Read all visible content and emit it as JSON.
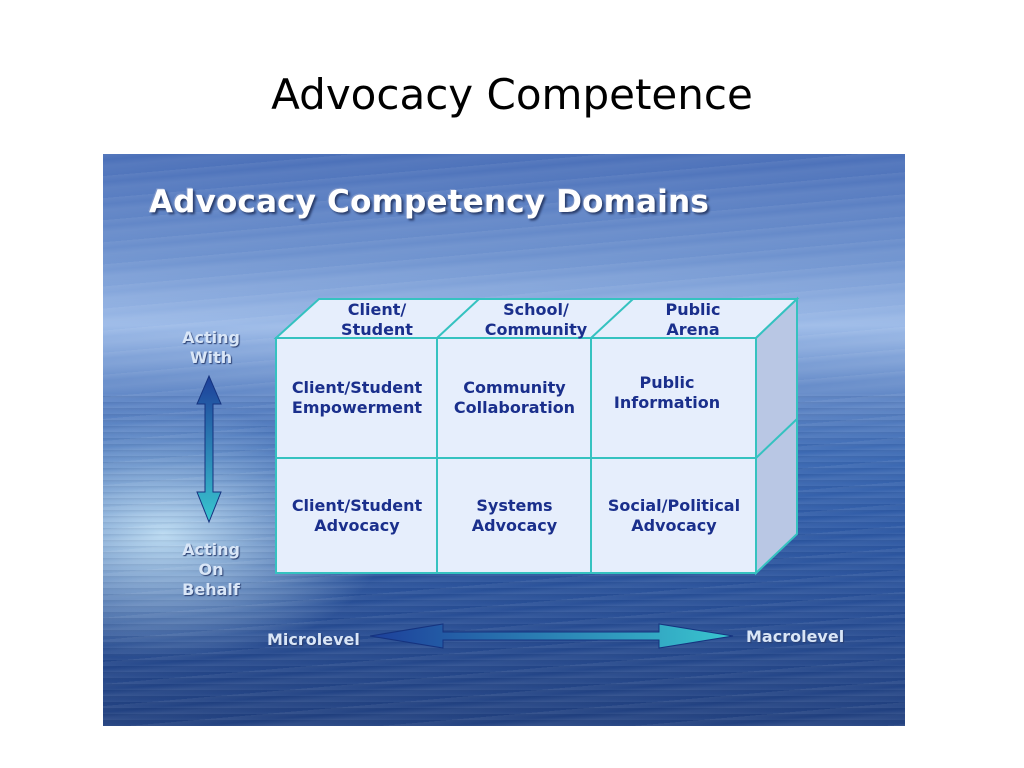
{
  "slide": {
    "title": "Advocacy Competence"
  },
  "figure": {
    "title": "Advocacy Competency Domains",
    "columns": [
      "Client/\nStudent",
      "School/\nCommunity",
      "Public\nArena"
    ],
    "rows": [
      [
        "Client/Student\nEmpowerment",
        "Community\nCollaboration",
        "Public\nInformation"
      ],
      [
        "Client/Student\nAdvocacy",
        "Systems\nAdvocacy",
        "Social/Political\nAdvocacy"
      ]
    ],
    "vertical_axis": {
      "top": "Acting\nWith",
      "bottom": "Acting\nOn\nBehalf"
    },
    "horizontal_axis": {
      "left": "Microlevel",
      "right": "Macrolevel"
    },
    "colors": {
      "cube_face": "#e6eefc",
      "cube_edge": "#35c2c0",
      "cube_side": "#b9c7e4",
      "text": "#1a2f8c",
      "arrow_dark": "#1d3f9a",
      "arrow_light": "#39c6cf"
    }
  }
}
